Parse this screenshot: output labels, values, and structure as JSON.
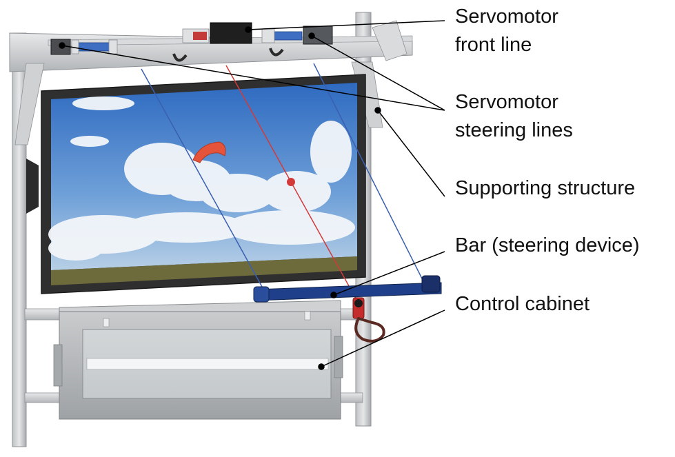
{
  "labels": {
    "servomotor_front_line": [
      "Servomotor",
      "front line"
    ],
    "servomotor_steering_lines": [
      "Servomotor",
      "steering lines"
    ],
    "supporting_structure": "Supporting structure",
    "bar": "Bar (steering device)",
    "control_cabinet": "Control cabinet"
  },
  "colors": {
    "frame": "#d4d6d8",
    "frame_shadow": "#9c9fa3",
    "screen_bezel": "#3a3a3a",
    "sky_top": "#2f6fc4",
    "sky_bottom": "#a9c7e8",
    "ground": "#6b6a3c",
    "kite": "#e5533a",
    "steering_line": "#3a5fb0",
    "front_line": "#d23a3a",
    "bar": "#1f3f8a",
    "cabinet": "#b8babc",
    "leader": "#000000"
  }
}
